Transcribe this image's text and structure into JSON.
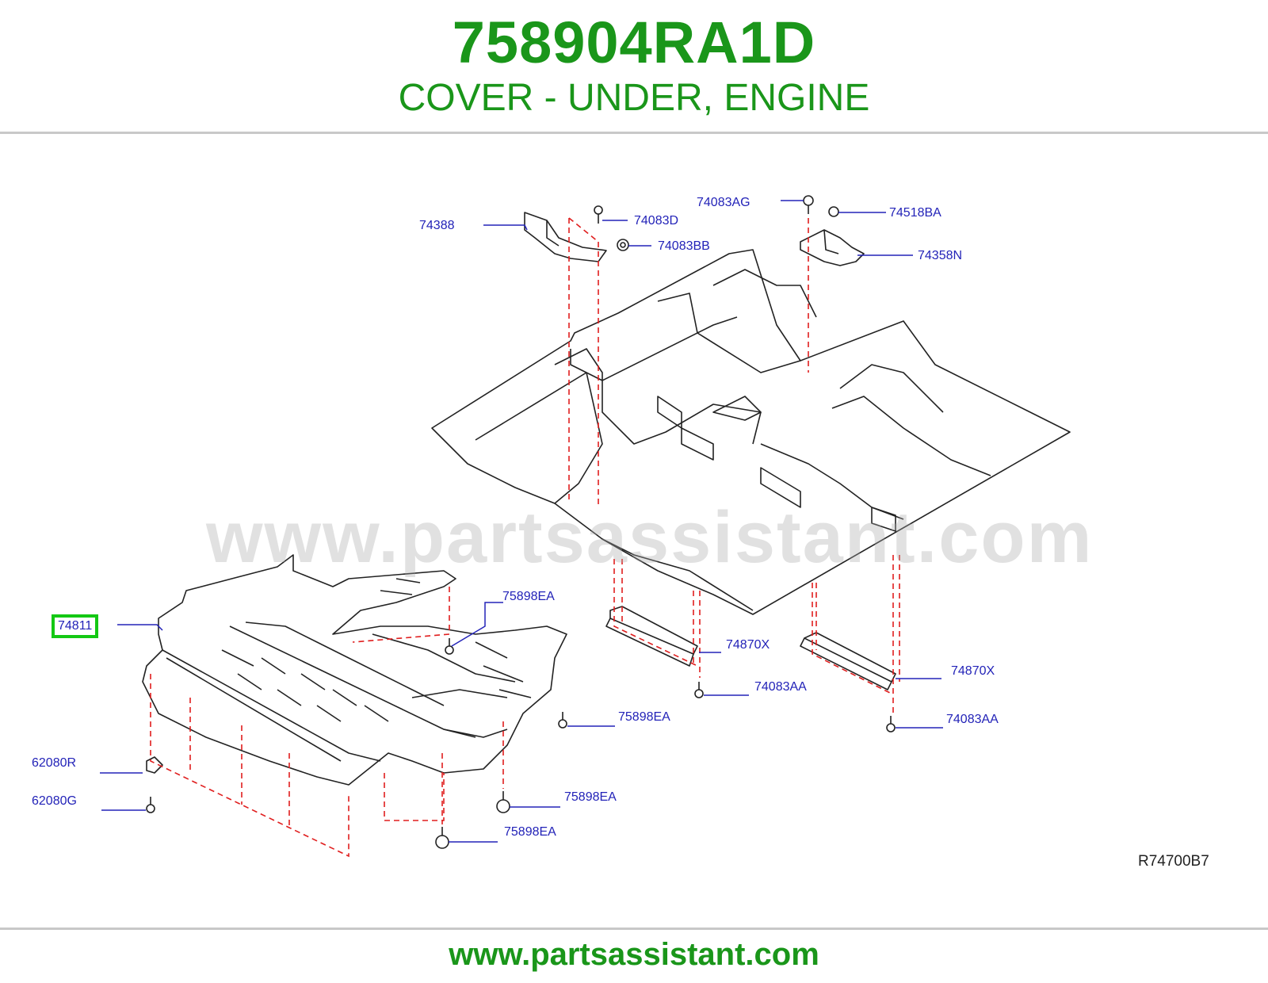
{
  "header": {
    "part_number": "758904RA1D",
    "description": "COVER - UNDER, ENGINE"
  },
  "watermark": "www.partsassistant.com",
  "footer": {
    "site": "www.partsassistant.com"
  },
  "drawing_code": "R74700B7",
  "callouts": {
    "c74388": "74388",
    "c74083D": "74083D",
    "c74083BB": "74083BB",
    "c74083AG": "74083AG",
    "c74518BA": "74518BA",
    "c74358N": "74358N",
    "c74811": "74811",
    "c75898EA_1": "75898EA",
    "c75898EA_2": "75898EA",
    "c75898EA_3": "75898EA",
    "c75898EA_4": "75898EA",
    "c74870X_1": "74870X",
    "c74870X_2": "74870X",
    "c74083AA_1": "74083AA",
    "c74083AA_2": "74083AA",
    "c62080R": "62080R",
    "c62080G": "62080G"
  },
  "colors": {
    "title_green": "#1a961a",
    "callout_blue": "#2323b8",
    "highlight_green": "#14c814",
    "leader_dash_red": "#e01e1e"
  }
}
